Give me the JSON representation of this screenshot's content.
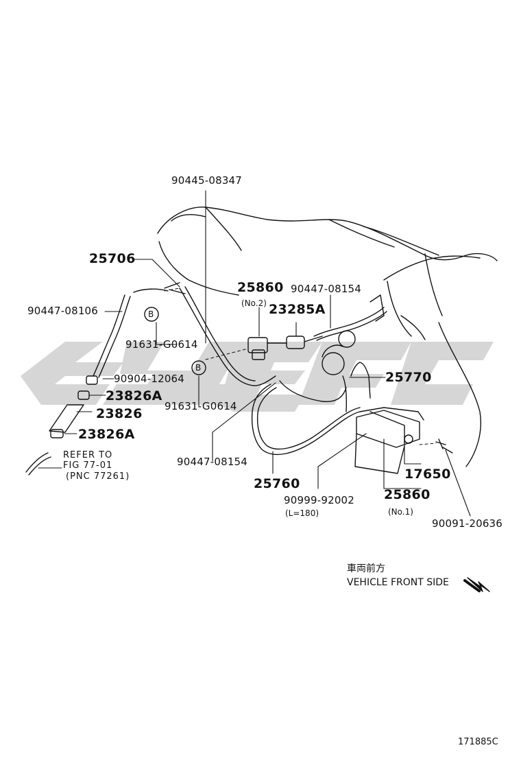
{
  "labels": {
    "p90445_08347": "90445-08347",
    "p25706": "25706",
    "p90447_08106": "90447-08106",
    "ref_b1": "B",
    "p91631_g0614_a": "91631-G0614",
    "p25860_no2": "25860",
    "no2": "(No.2)",
    "p90447_08154_top": "90447-08154",
    "p23285a": "23285A",
    "ref_b2": "B",
    "p90904_12064": "90904-12064",
    "p23826a_top": "23826A",
    "p23826": "23826",
    "p23826a_bot": "23826A",
    "p91631_g0614_b": "91631-G0614",
    "p25770": "25770",
    "refer_to": "REFER TO",
    "fig": "FIG 77-01",
    "pnc": "(PNC 77261)",
    "p90447_08154_bot": "90447-08154",
    "p25760": "25760",
    "p90999_92002": "90999-92002",
    "l180": "(L=180)",
    "p17650": "17650",
    "p25860_no1": "25860",
    "no1": "(No.1)",
    "p90091_20636": "90091-20636"
  },
  "legend": {
    "japanese": "車両前方",
    "english": "VEHICLE FRONT SIDE"
  },
  "illustration_id": "171885C",
  "colors": {
    "ink": "#111111",
    "watermark": "#d4d4d4"
  }
}
